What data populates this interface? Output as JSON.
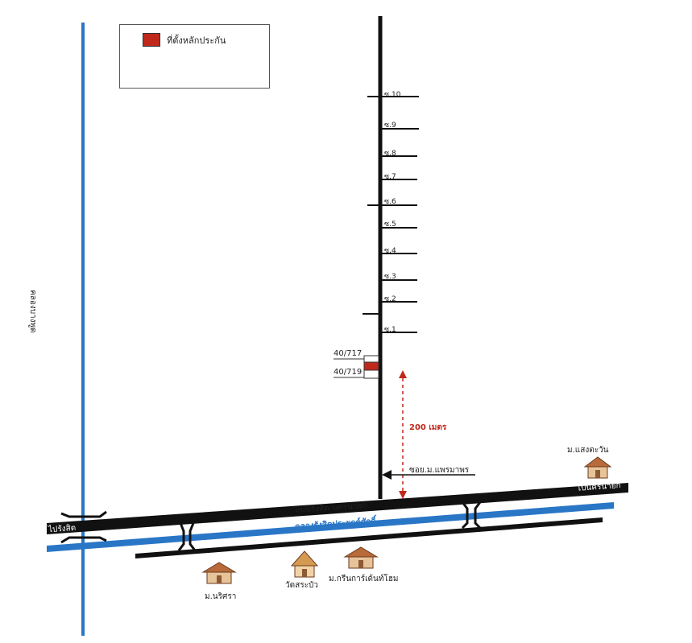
{
  "legend": {
    "label": "ที่ตั้งหลักประกัน",
    "color": "#c0281c"
  },
  "roads": {
    "main_road": "ถนนรังสิต-นครนายก",
    "canal": "คลองรังสิตประยุกต์ศักดิ์",
    "left_canal": "คลองบางพูด",
    "to_left": "ไปรังสิต",
    "to_right": "ไปนครนายก",
    "soi_entrance": "ซอย.ม.แพรมาพร"
  },
  "soi_labels": [
    "ซ.10",
    "ซ.9",
    "ซ.8",
    "ซ.7",
    "ซ.6",
    "ซ.5",
    "ซ.4",
    "ซ.3",
    "ซ.2",
    "ซ.1"
  ],
  "plots": {
    "upper": "40/717",
    "lower": "40/719"
  },
  "distance": "200 เมตร",
  "landmarks": {
    "sangtawan": "ม.แสงตะวัน",
    "narisra": "ม.นริศรา",
    "wat": "วัดสระบัว",
    "green_garden": "ม.กรีนการ์เด้นท์โฮม"
  },
  "colors": {
    "road": "#111111",
    "canal": "#2a76c6",
    "accent": "#c0281c",
    "arrow": "#c0281c"
  }
}
